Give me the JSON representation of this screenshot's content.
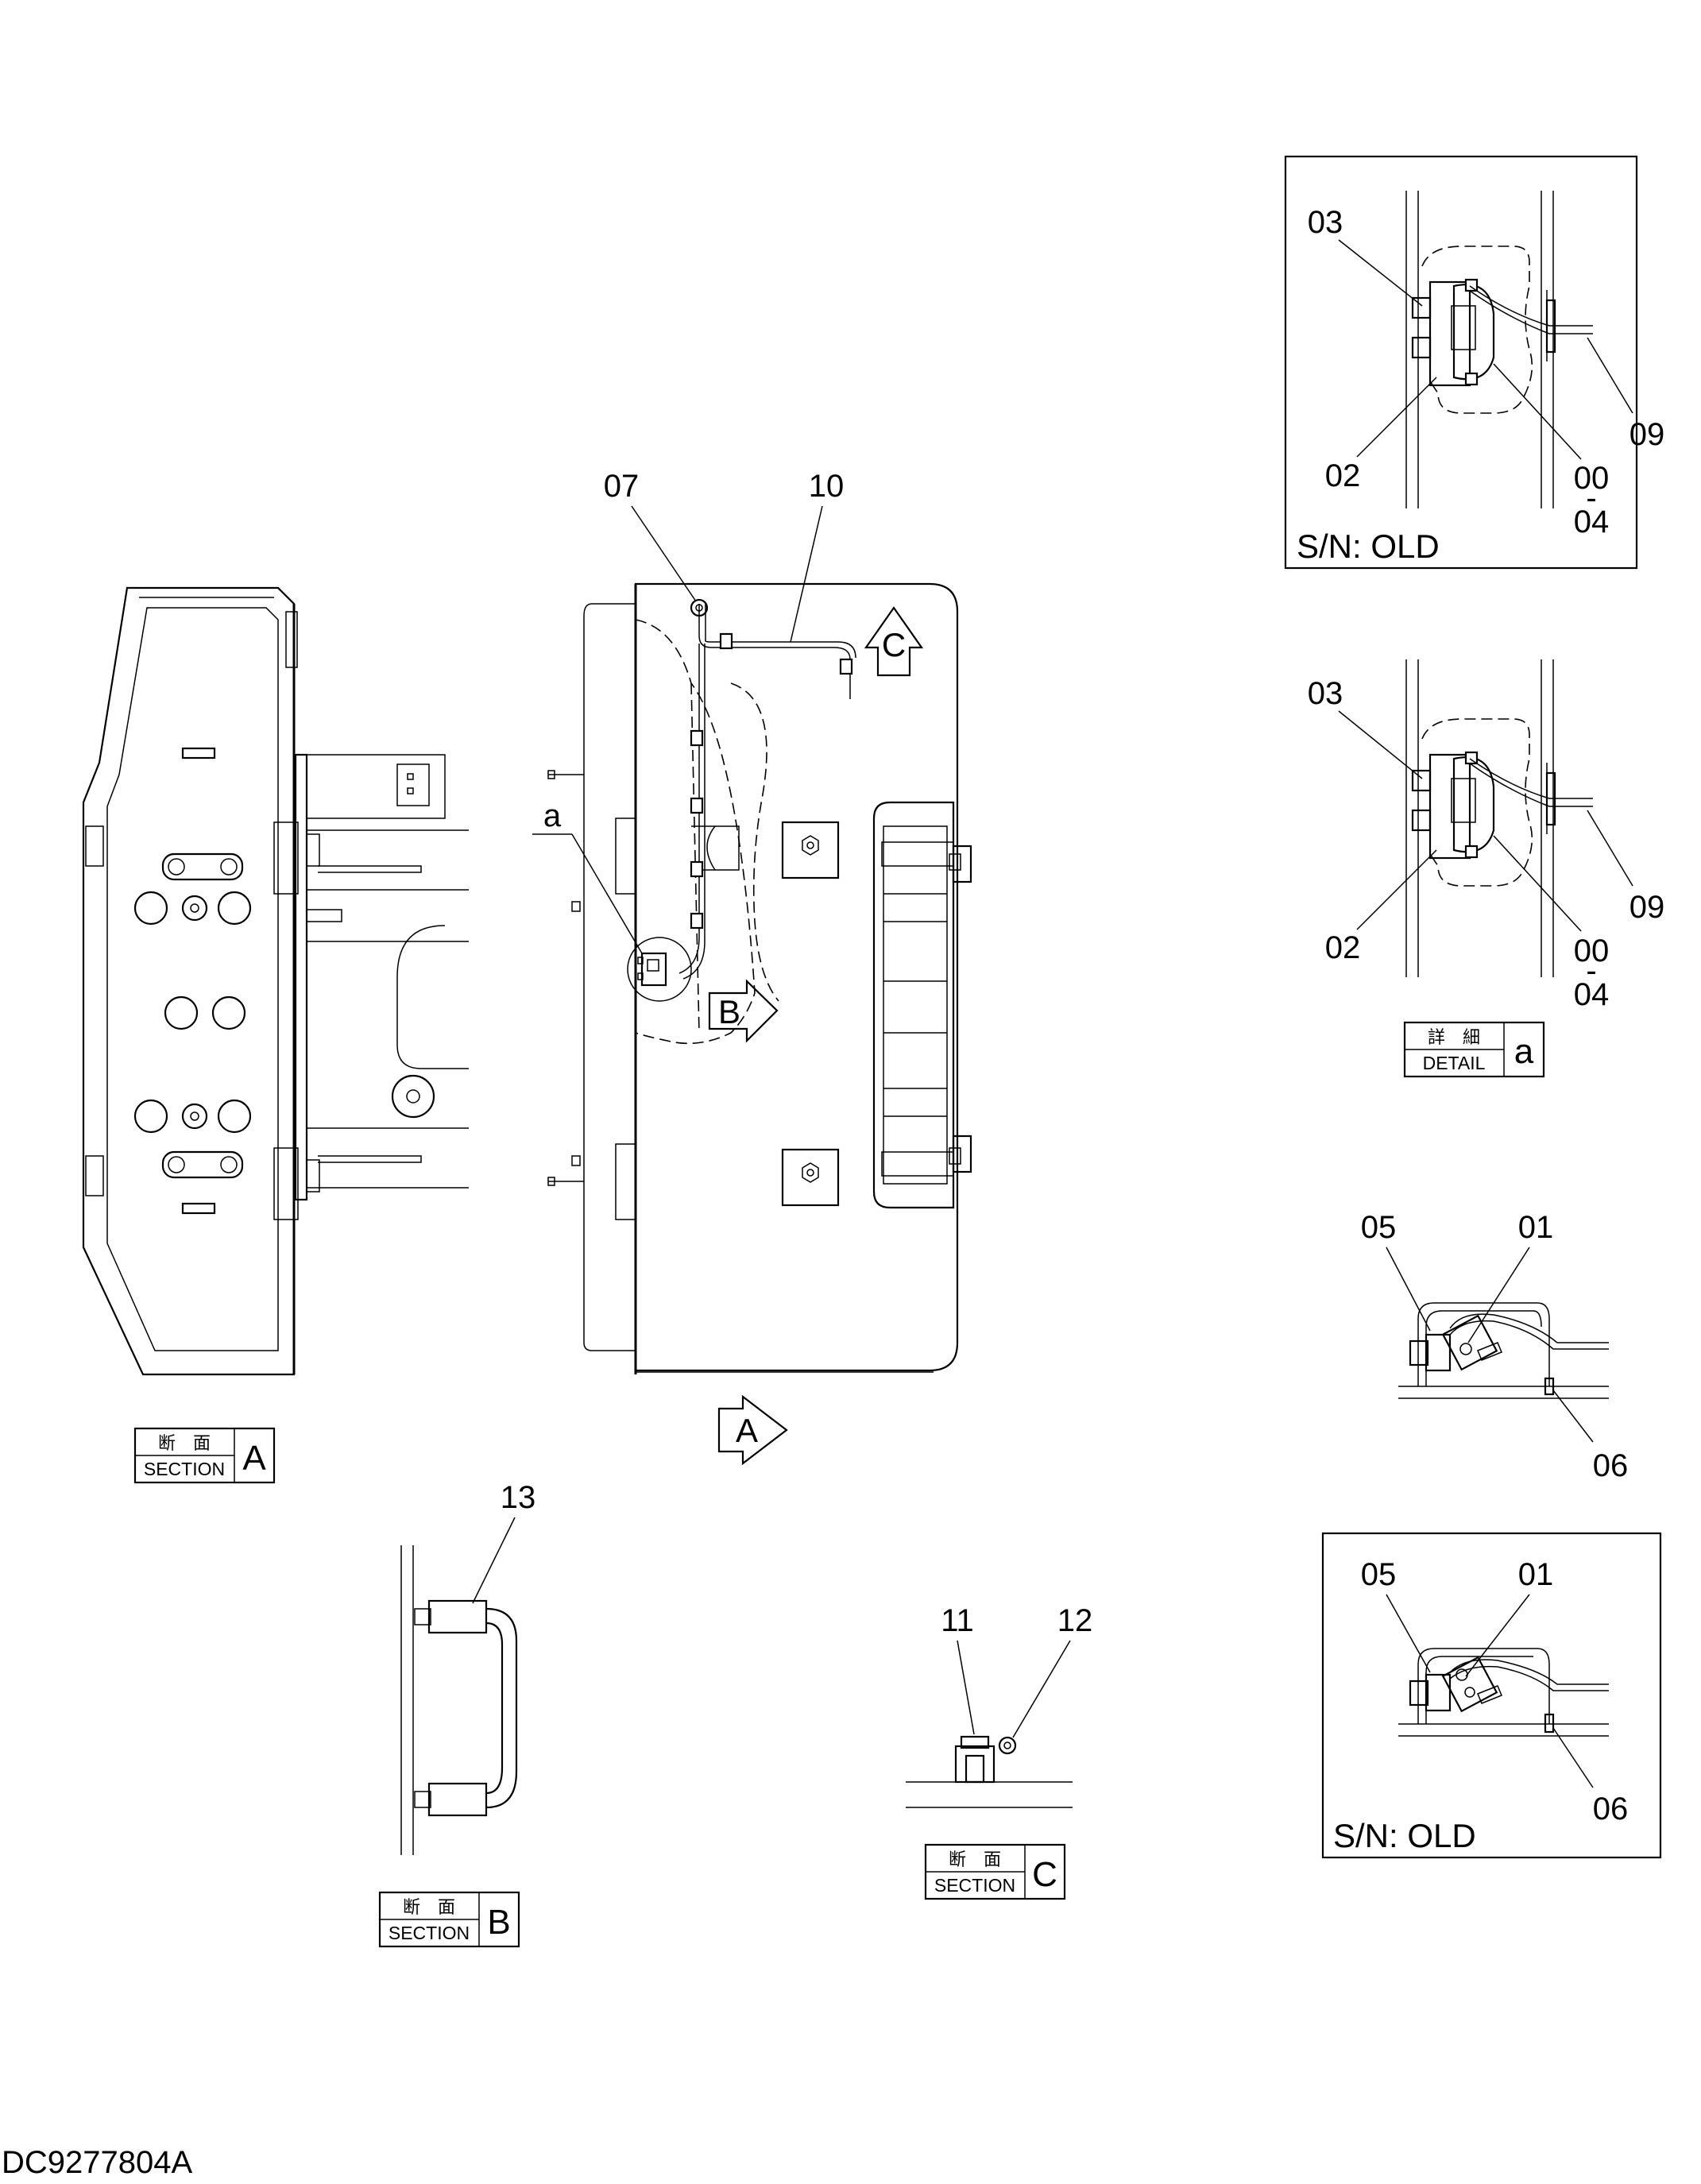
{
  "callouts": {
    "main_07": "07",
    "main_10": "10",
    "main_a": "a",
    "det_old_03": "03",
    "det_old_02": "02",
    "det_old_09": "09",
    "det_old_00": "00",
    "det_old_dash": "-",
    "det_old_04": "04",
    "det_03": "03",
    "det_02": "02",
    "det_09": "09",
    "det_00": "00",
    "det_dash": "-",
    "det_04": "04",
    "c_05": "05",
    "c_01": "01",
    "c_06": "06",
    "c_old_05": "05",
    "c_old_01": "01",
    "c_old_06": "06",
    "b_13": "13",
    "sc_11": "11",
    "sc_12": "12"
  },
  "view_arrows": {
    "a": "A",
    "b": "B",
    "c": "C"
  },
  "sn_old_label": "S/N: OLD",
  "tags": {
    "section_a": {
      "jp": "断　面",
      "en": "SECTION",
      "letter": "A"
    },
    "section_b": {
      "jp": "断　面",
      "en": "SECTION",
      "letter": "B"
    },
    "section_c": {
      "jp": "断　面",
      "en": "SECTION",
      "letter": "C"
    },
    "detail_a": {
      "jp": "詳　細",
      "en": "DETAIL",
      "letter": "a"
    }
  },
  "document_id": "DC9277804A"
}
